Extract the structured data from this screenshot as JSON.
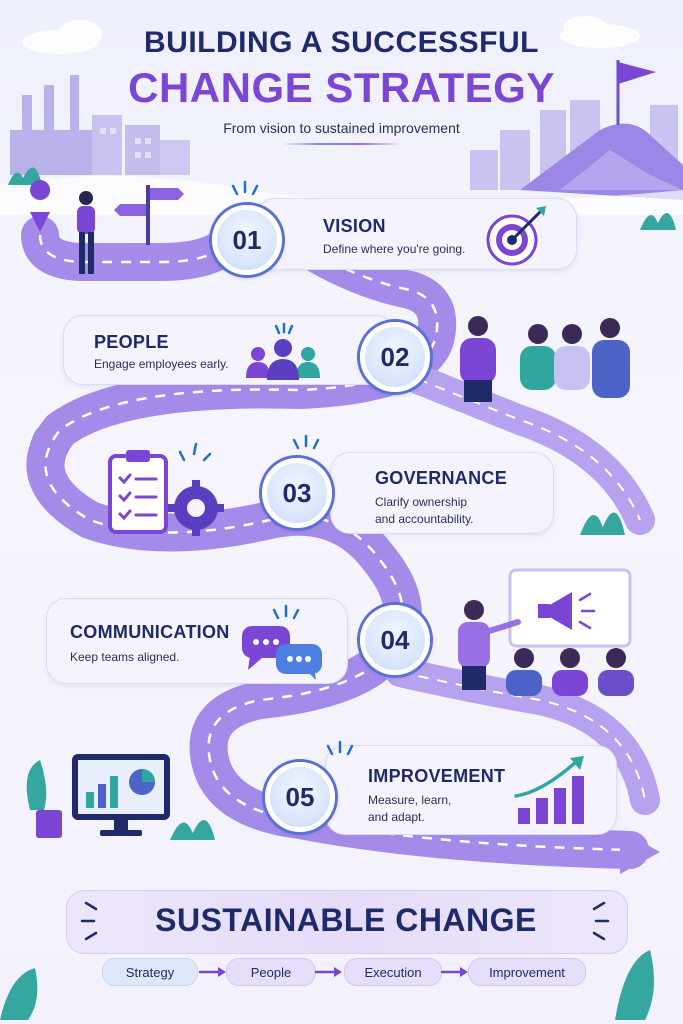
{
  "header": {
    "title_line1": "BUILDING A SUCCESSFUL",
    "title_line2": "CHANGE STRATEGY",
    "subtitle": "From vision to sustained improvement"
  },
  "steps": [
    {
      "number": "01",
      "title": "VISION",
      "description": "Define where you're going.",
      "icon": "target-icon"
    },
    {
      "number": "02",
      "title": "PEOPLE",
      "description": "Engage employees early.",
      "icon": "people-group-icon"
    },
    {
      "number": "03",
      "title": "GOVERNANCE",
      "description_line1": "Clarify ownership",
      "description_line2": "and accountability.",
      "icon": "clipboard-gear-icon"
    },
    {
      "number": "04",
      "title": "COMMUNICATION",
      "description": "Keep teams aligned.",
      "icon": "chat-bubbles-icon"
    },
    {
      "number": "05",
      "title": "IMPROVEMENT",
      "description_line1": "Measure, learn,",
      "description_line2": "and adapt.",
      "icon": "growth-chart-icon"
    }
  ],
  "footer": {
    "title": "SUSTAINABLE CHANGE",
    "flow": [
      "Strategy",
      "People",
      "Execution",
      "Improvement"
    ]
  },
  "colors": {
    "navy": "#1f2a6b",
    "purple": "#7b45d6",
    "road": "#a48bea",
    "teal": "#2fa7a0",
    "badge_ring": "#5b6fd8"
  }
}
